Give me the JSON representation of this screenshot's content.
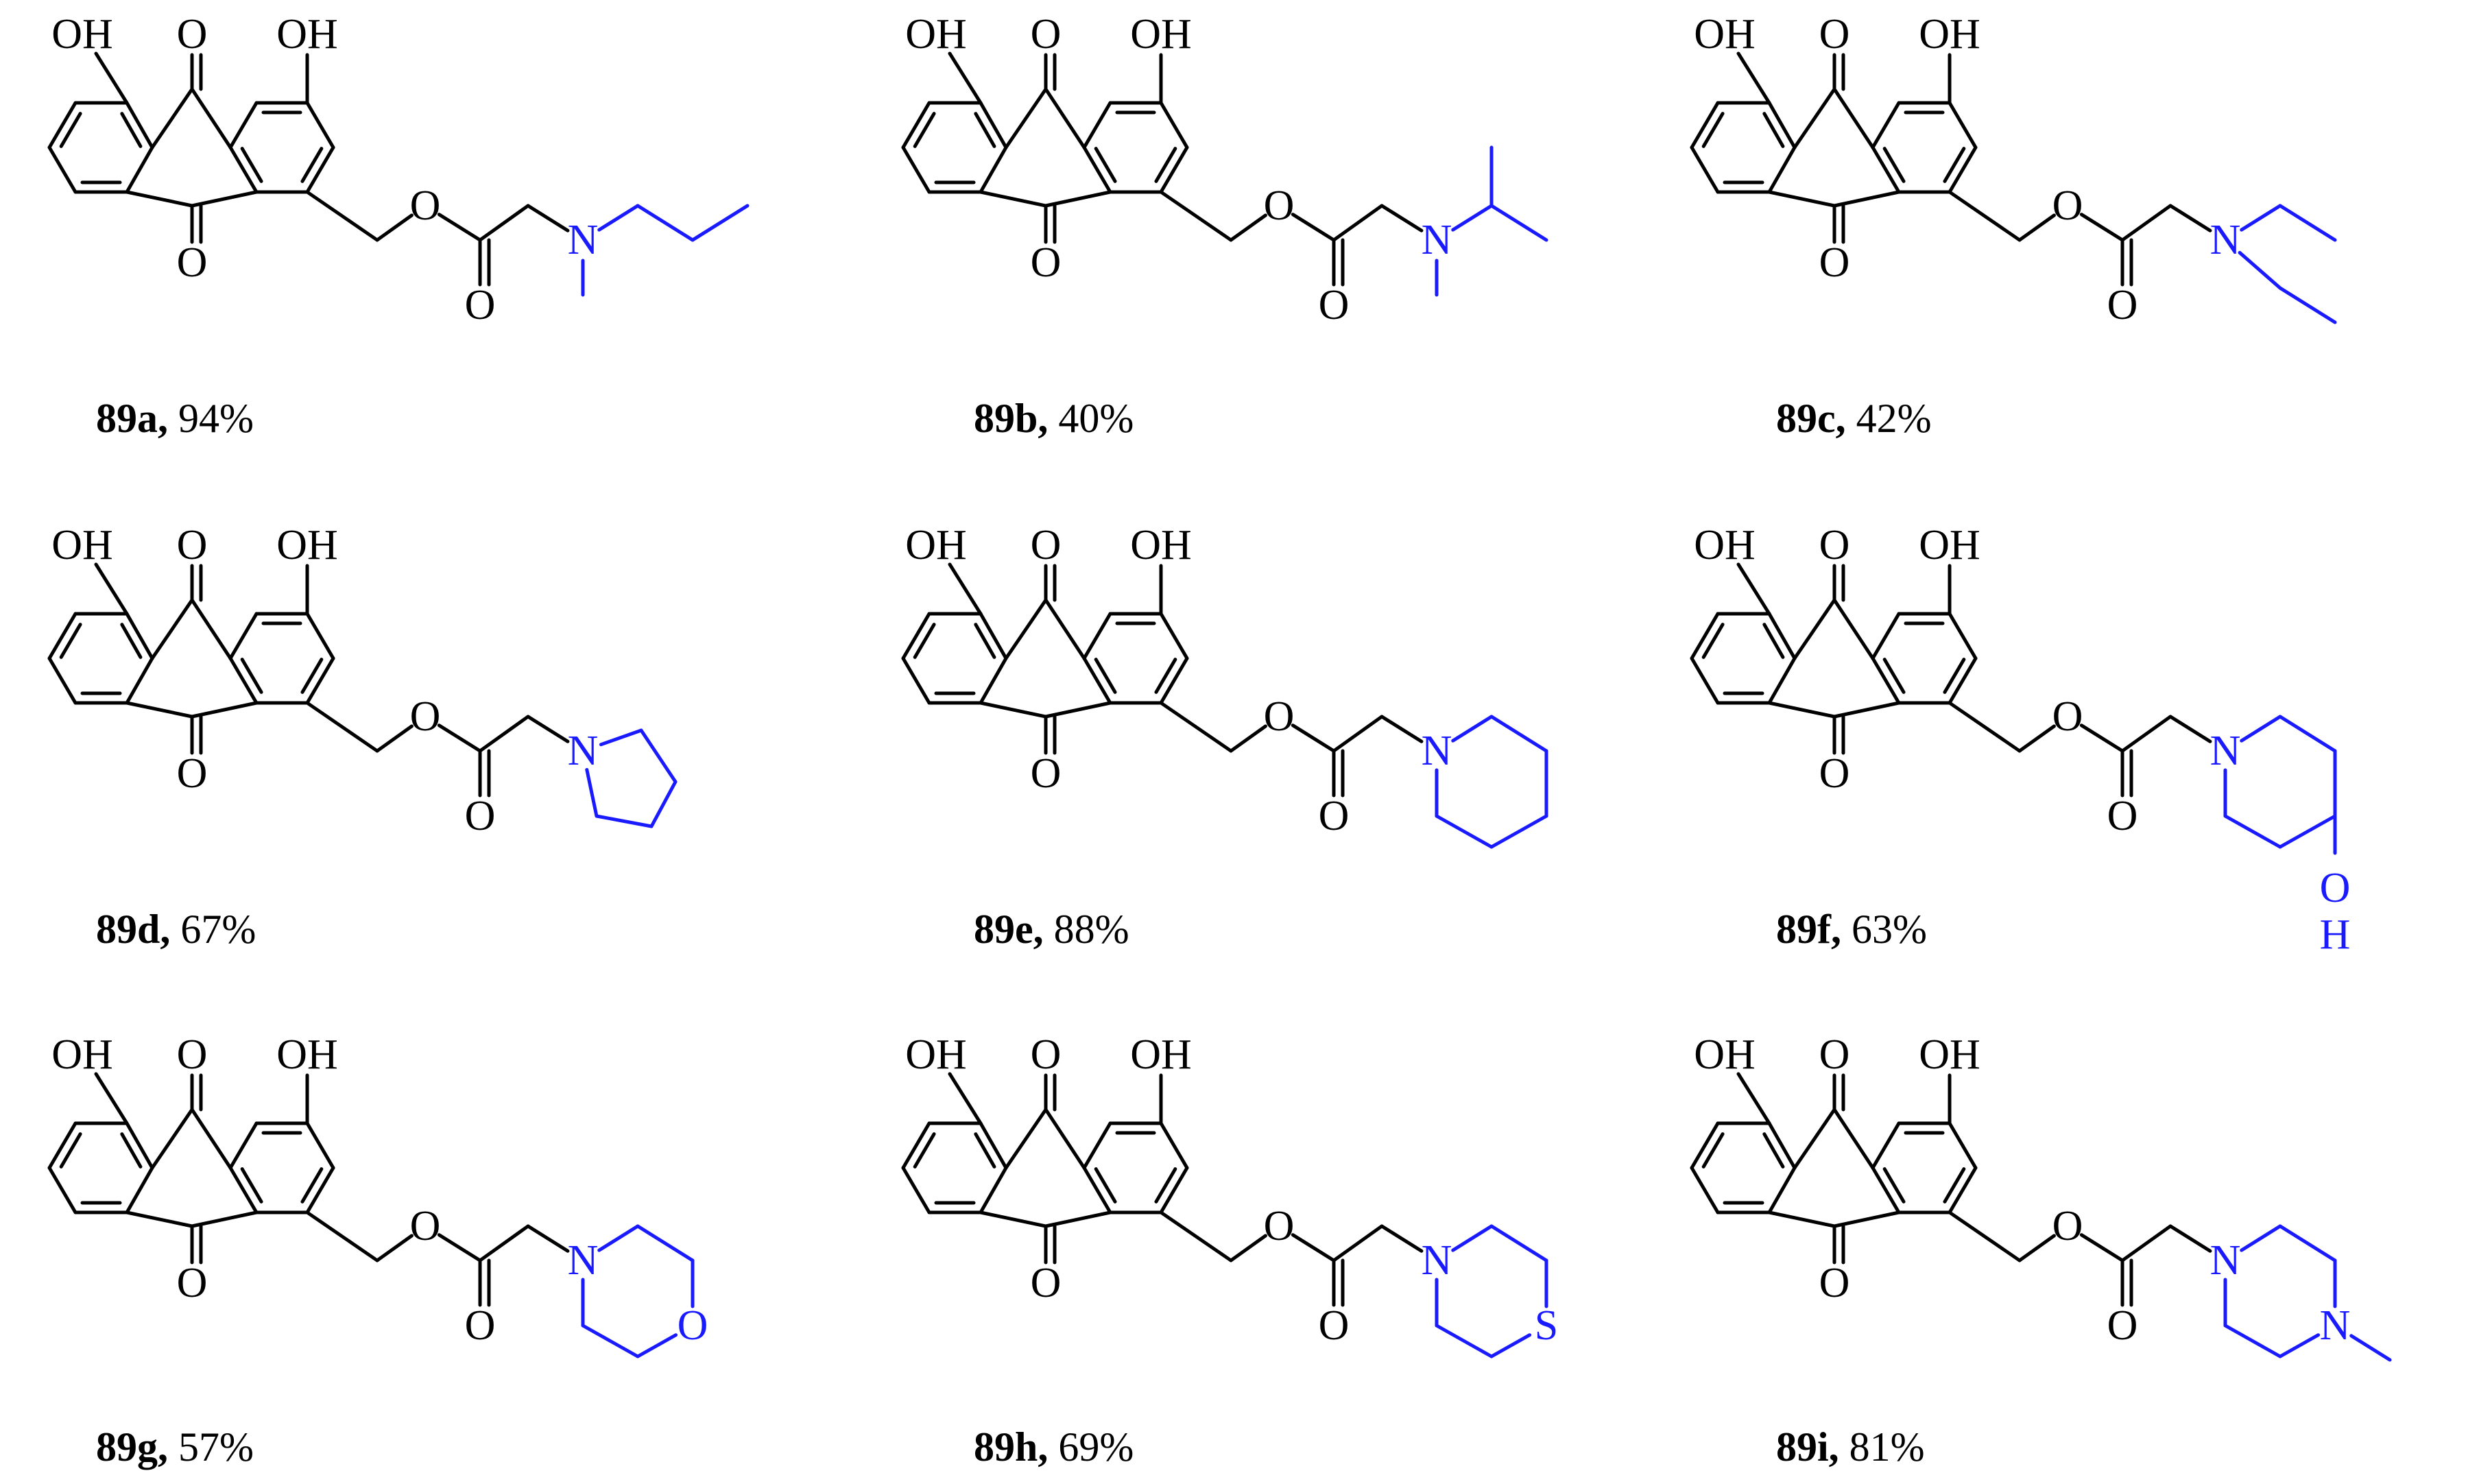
{
  "colors": {
    "core": "#000000",
    "substituent": "#1a1aff"
  },
  "labels": {
    "OH": "OH",
    "O": "O",
    "N": "N",
    "S": "S",
    "H": "H"
  },
  "compounds": [
    {
      "id": "89a",
      "yield": "94%",
      "amine": "N-methyl-N-propyl"
    },
    {
      "id": "89b",
      "yield": "40%",
      "amine": "N-methyl-N-isopropyl"
    },
    {
      "id": "89c",
      "yield": "42%",
      "amine": "N,N-diethyl"
    },
    {
      "id": "89d",
      "yield": "67%",
      "amine": "pyrrolidine"
    },
    {
      "id": "89e",
      "yield": "88%",
      "amine": "piperidine"
    },
    {
      "id": "89f",
      "yield": "63%",
      "amine": "4-hydroxypiperidine"
    },
    {
      "id": "89g",
      "yield": "57%",
      "amine": "morpholine"
    },
    {
      "id": "89h",
      "yield": "69%",
      "amine": "thiomorpholine"
    },
    {
      "id": "89i",
      "yield": "81%",
      "amine": "4-methylpiperazine"
    }
  ]
}
